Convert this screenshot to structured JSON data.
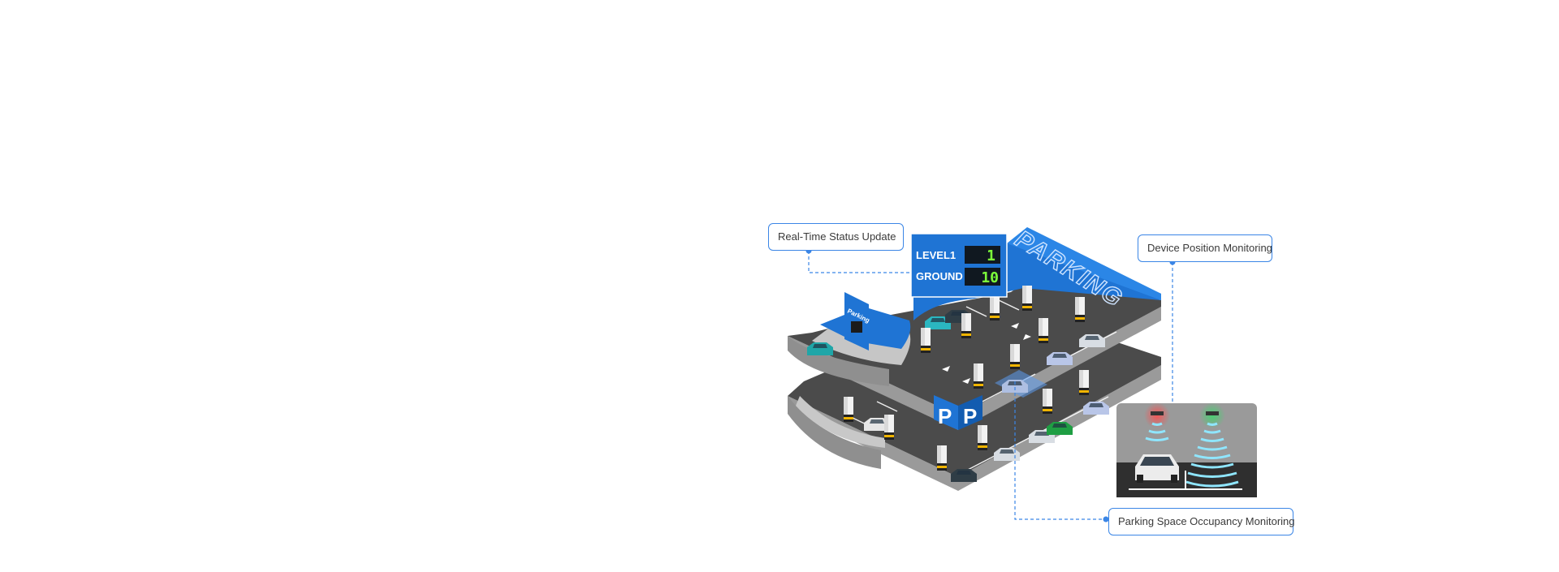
{
  "callouts": {
    "status": "Real-Time Status Update",
    "device": "Device Position Monitoring",
    "occupancy": "Parking Space Occupancy Monitoring"
  },
  "sign": {
    "rows": [
      {
        "label": "LEVEL1",
        "count": "1"
      },
      {
        "label": "GROUND",
        "count": "10"
      }
    ]
  },
  "building": {
    "roof_text": "PARKING",
    "small_sign_text": "Parking",
    "entrance_letters": [
      "P",
      "P"
    ]
  },
  "colors": {
    "accent": "#3b86e6",
    "brand_blue": "#1f74d4",
    "asphalt": "#4a4a4a",
    "concrete": "#a8a8a8",
    "digit_green": "#7dff3a",
    "sensor_red": "#ff4d4d",
    "sensor_green": "#3dd66b",
    "wave_cyan": "#8fe6ff"
  }
}
